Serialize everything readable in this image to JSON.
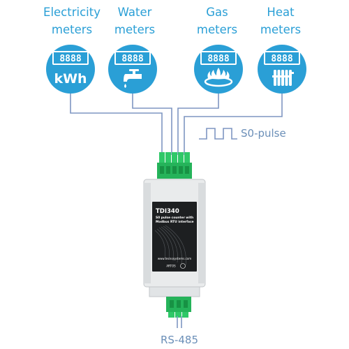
{
  "meters": [
    {
      "title_line1": "Electricity",
      "title_line2": "meters",
      "display": "8888",
      "symbol_text": "kWh",
      "icon": "kwh-icon"
    },
    {
      "title_line1": "Water",
      "title_line2": "meters",
      "display": "8888",
      "icon": "water-tap-icon"
    },
    {
      "title_line1": "Gas",
      "title_line2": "meters",
      "display": "8888",
      "icon": "gas-flame-icon"
    },
    {
      "title_line1": "Heat",
      "title_line2": "meters",
      "display": "8888",
      "icon": "radiator-icon"
    }
  ],
  "pulse": {
    "label": "S0-pulse",
    "icon": "pulse-wave-icon"
  },
  "device": {
    "model": "TDI340",
    "line1": "S0 pulse counter with",
    "line2": "Modbus RTU interface",
    "website": "www.tecnosystems.com",
    "brand": "ARTOS"
  },
  "bus": {
    "label": "RS-485"
  },
  "colors": {
    "accent": "#2a9fd6",
    "wire": "#7e96c2",
    "terminal": "#25b35a",
    "label": "#6b8fb8"
  }
}
